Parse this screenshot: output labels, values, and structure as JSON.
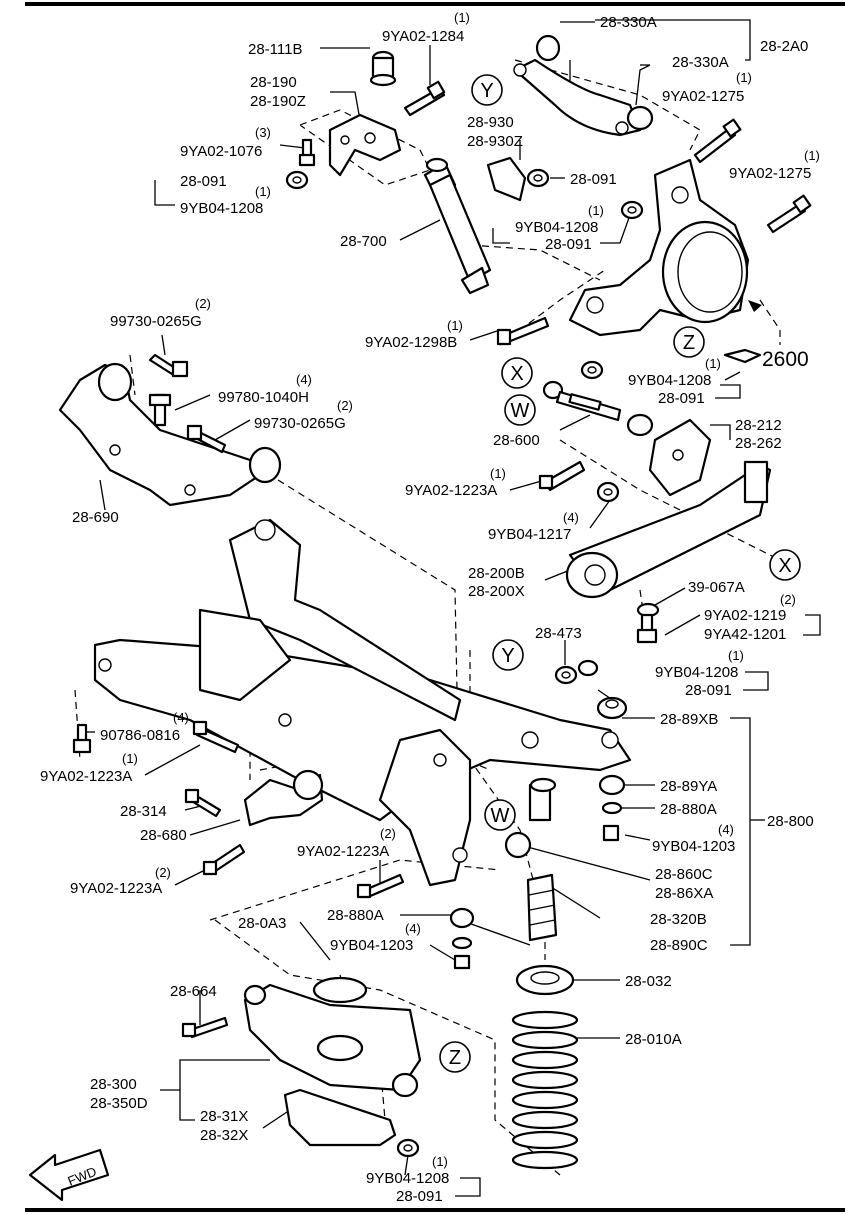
{
  "circles": {
    "Y1": "Y",
    "X1": "X",
    "W1": "W",
    "Z1": "Z",
    "X2": "X",
    "Y2": "Y",
    "W2": "W",
    "Z2": "Z"
  },
  "labels": {
    "p28_111B": "28-111B",
    "p9YA02_1284": "9YA02-1284",
    "q9YA02_1284": "(1)",
    "p28_330A_1": "28-330A",
    "p28_2A0": "28-2A0",
    "p28_330A_2": "28-330A",
    "p28_190": "28-190",
    "p28_190Z": "28-190Z",
    "p9YA02_1275a": "9YA02-1275",
    "q9YA02_1275a": "(1)",
    "p9YA02_1076": "9YA02-1076",
    "q9YA02_1076": "(3)",
    "p28_930": "28-930",
    "p28_930Z": "28-930Z",
    "p9YA02_1275b": "9YA02-1275",
    "q9YA02_1275b": "(1)",
    "p28_091a": "28-091",
    "p9YB04_1208a": "9YB04-1208",
    "q9YB04_1208a": "(1)",
    "p28_091b": "28-091",
    "p9YB04_1208b": "9YB04-1208",
    "q9YB04_1208b": "(1)",
    "p28_091c": "28-091",
    "p28_700": "28-700",
    "p99730_0265Ga": "99730-0265G",
    "q99730_0265Ga": "(2)",
    "p9YA02_1298B": "9YA02-1298B",
    "q9YA02_1298B": "(1)",
    "p2600": "2600",
    "p9YB04_1208c": "9YB04-1208",
    "q9YB04_1208c": "(1)",
    "p28_091d": "28-091",
    "p99780_1040H": "99780-1040H",
    "q99780_1040H": "(4)",
    "p99730_0265Gb": "99730-0265G",
    "q99730_0265Gb": "(2)",
    "p28_600": "28-600",
    "p28_212": "28-212",
    "p28_262": "28-262",
    "p9YA02_1223Aa": "9YA02-1223A",
    "q9YA02_1223Aa": "(1)",
    "p28_690": "28-690",
    "p9YB04_1217": "9YB04-1217",
    "q9YB04_1217": "(4)",
    "p28_200B": "28-200B",
    "p28_200X": "28-200X",
    "p39_067A": "39-067A",
    "p9YA02_1219": "9YA02-1219",
    "q9YA02_1219": "(2)",
    "p9YA42_1201": "9YA42-1201",
    "p28_473": "28-473",
    "p9YB04_1208d": "9YB04-1208",
    "q9YB04_1208d": "(1)",
    "p28_091e": "28-091",
    "p28_89XB": "28-89XB",
    "p90786_0816": "90786-0816",
    "q90786_0816": "(4)",
    "p9YA02_1223Ab": "9YA02-1223A",
    "q9YA02_1223Ab": "(1)",
    "p28_89YA": "28-89YA",
    "p28_880Aa": "28-880A",
    "p28_314": "28-314",
    "p28_800": "28-800",
    "p9YB04_1203a": "9YB04-1203",
    "q9YB04_1203a": "(4)",
    "p28_680": "28-680",
    "p9YA02_1223Ac": "9YA02-1223A",
    "q9YA02_1223Ac": "(2)",
    "p28_860C": "28-860C",
    "p28_86XA": "28-86XA",
    "p9YA02_1223Ad": "9YA02-1223A",
    "q9YA02_1223Ad": "(2)",
    "p28_880Ab": "28-880A",
    "p28_320B": "28-320B",
    "p28_0A3": "28-0A3",
    "p9YB04_1203b": "9YB04-1203",
    "q9YB04_1203b": "(4)",
    "p28_890C": "28-890C",
    "p28_664": "28-664",
    "p28_032": "28-032",
    "p28_010A": "28-010A",
    "p28_300": "28-300",
    "p28_350D": "28-350D",
    "p28_31X": "28-31X",
    "p28_32X": "28-32X",
    "p9YB04_1208e": "9YB04-1208",
    "q9YB04_1208e": "(1)",
    "p28_091f": "28-091"
  },
  "fwd_label": "FWD"
}
